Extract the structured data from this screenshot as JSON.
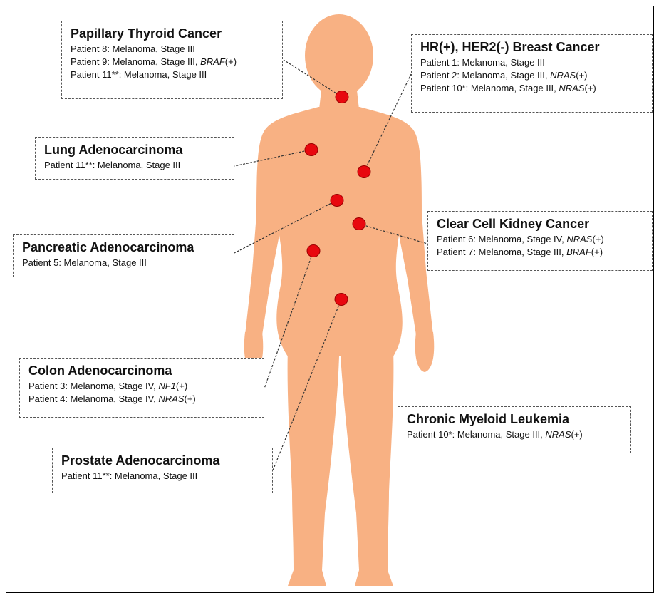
{
  "colors": {
    "body_fill": "#F8B183",
    "marker_fill": "#E8080F",
    "marker_stroke": "#9B0000",
    "leader_line": "#333333"
  },
  "boxes": {
    "thyroid": {
      "title": "Papillary Thyroid Cancer",
      "rows": [
        {
          "text": "Patient 8: Melanoma, Stage III",
          "gene": "",
          "suffix": ""
        },
        {
          "text": "Patient 9: Melanoma, Stage III, ",
          "gene": "BRAF",
          "suffix": "(+)"
        },
        {
          "text": "Patient 11**: Melanoma, Stage III",
          "gene": "",
          "suffix": ""
        }
      ]
    },
    "breast": {
      "title": "HR(+), HER2(-) Breast Cancer",
      "rows": [
        {
          "text": "Patient 1: Melanoma, Stage III",
          "gene": "",
          "suffix": ""
        },
        {
          "text": "Patient 2:  Melanoma, Stage III, ",
          "gene": "NRAS",
          "suffix": "(+)"
        },
        {
          "text": "Patient 10*:  Melanoma, Stage III, ",
          "gene": "NRAS",
          "suffix": "(+)"
        }
      ]
    },
    "lung": {
      "title": "Lung Adenocarcinoma",
      "rows": [
        {
          "text": "Patient 11**: Melanoma, Stage III",
          "gene": "",
          "suffix": ""
        }
      ]
    },
    "pancreatic": {
      "title": "Pancreatic Adenocarcinoma",
      "rows": [
        {
          "text": "Patient 5: Melanoma, Stage III",
          "gene": "",
          "suffix": ""
        }
      ]
    },
    "kidney": {
      "title": "Clear Cell Kidney Cancer",
      "rows": [
        {
          "text": "Patient 6: Melanoma, Stage IV, ",
          "gene": "NRAS",
          "suffix": "(+)"
        },
        {
          "text": "Patient 7: Melanoma, Stage III, ",
          "gene": "BRAF",
          "suffix": "(+)"
        }
      ]
    },
    "colon": {
      "title": "Colon Adenocarcinoma",
      "rows": [
        {
          "text": "Patient 3: Melanoma, Stage IV, ",
          "gene": "NF1",
          "suffix": "(+)"
        },
        {
          "text": "Patient 4: Melanoma, Stage IV, ",
          "gene": "NRAS",
          "suffix": "(+)"
        }
      ]
    },
    "cml": {
      "title": "Chronic Myeloid Leukemia",
      "rows": [
        {
          "text": "Patient 10*: Melanoma, Stage III, ",
          "gene": "NRAS",
          "suffix": "(+)"
        }
      ]
    },
    "prostate": {
      "title": "Prostate Adenocarcinoma",
      "rows": [
        {
          "text": "Patient 11**: Melanoma, Stage III",
          "gene": "",
          "suffix": ""
        }
      ]
    }
  }
}
